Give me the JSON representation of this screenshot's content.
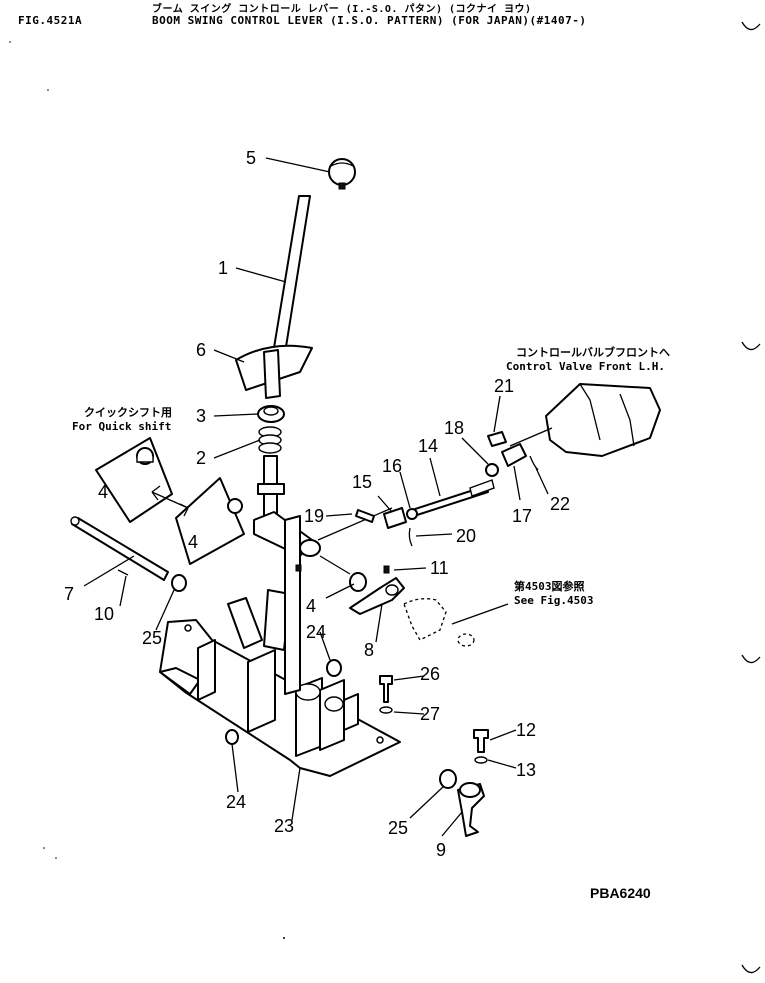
{
  "header": {
    "fig_no": "FIG.4521A",
    "title_jp": "ブーム スイング コントロール レバー (I.-S.O. パタン) (コクナイ ヨウ)",
    "title_en": "BOOM SWING CONTROL LEVER (I.S.O. PATTERN) (FOR JAPAN)(#1407-)"
  },
  "notes": {
    "control_valve_jp": "コントロールバルブフロントへ",
    "control_valve_en": "Control Valve Front L.H.",
    "quick_shift_jp": "クイックシフト用",
    "quick_shift_en": "For Quick shift",
    "see_fig_jp": "第4503図参照",
    "see_fig_en": "See Fig.4503"
  },
  "callouts": {
    "p1": "1",
    "p2": "2",
    "p3": "3",
    "p4a": "4",
    "p4b": "4",
    "p4c": "4",
    "p5": "5",
    "p6": "6",
    "p7": "7",
    "p8": "8",
    "p9": "9",
    "p10": "10",
    "p11": "11",
    "p12": "12",
    "p13": "13",
    "p14": "14",
    "p15": "15",
    "p16": "16",
    "p17": "17",
    "p18": "18",
    "p19": "19",
    "p20": "20",
    "p21": "21",
    "p22": "22",
    "p23": "23",
    "p24a": "24",
    "p24b": "24",
    "p25a": "25",
    "p25b": "25",
    "p26": "26",
    "p27": "27"
  },
  "drawing_code": "PBA6240"
}
